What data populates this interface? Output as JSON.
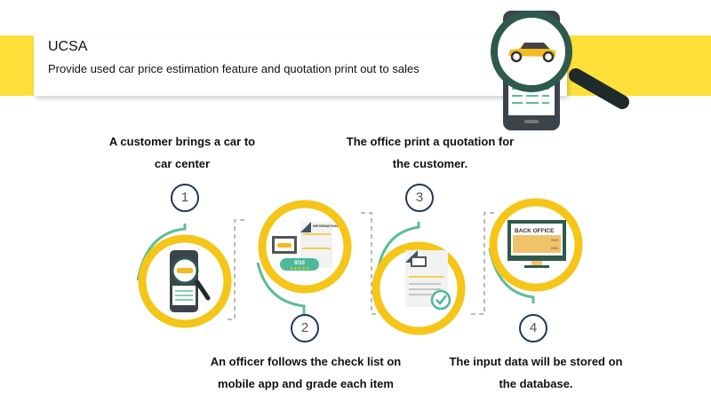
{
  "header": {
    "title": "UCSA",
    "subtitle": "Provide used car price estimation feature and quotation print out to sales"
  },
  "steps": [
    {
      "number": "1",
      "lines": [
        "A customer brings a car to",
        "car center"
      ]
    },
    {
      "number": "2",
      "lines": [
        "An officer follows the check list on",
        "mobile app and grade each item"
      ],
      "rating": "9/10",
      "doc_heading": "INFORMATION"
    },
    {
      "number": "3",
      "lines": [
        "The office print a quotation for",
        "the customer."
      ]
    },
    {
      "number": "4",
      "lines": [
        "The input data will be stored on",
        "the database."
      ],
      "screen_label": "BACK OFFICE",
      "screen_values": [
        "XXX",
        "XXX"
      ]
    }
  ],
  "colors": {
    "yellow": "#fde03a",
    "ring": "#f5c518",
    "green": "#5bbf95",
    "navy": "#22375a",
    "dark_green": "#2e5a4e"
  }
}
